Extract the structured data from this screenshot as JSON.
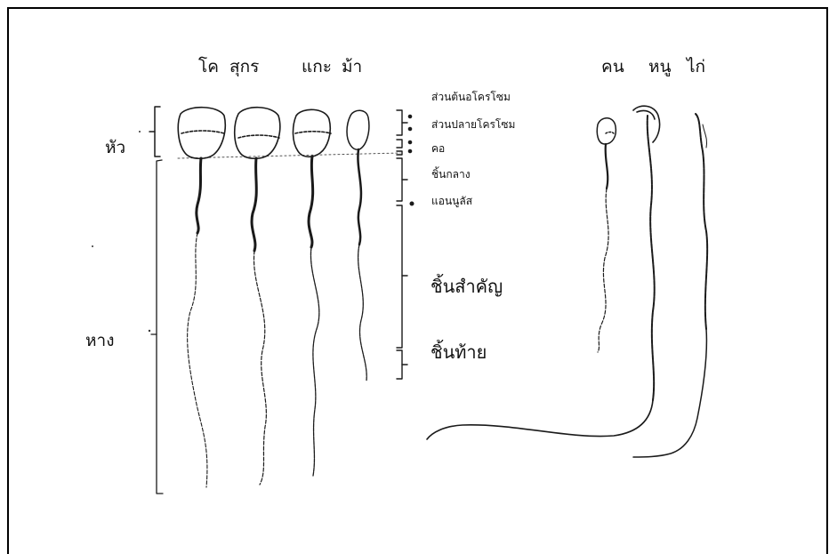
{
  "species": {
    "cow": "โค",
    "pig": "สุกร",
    "sheep": "แกะ",
    "horse": "ม้า",
    "human": "คน",
    "mouse": "หนู",
    "chicken": "ไก่"
  },
  "sections": {
    "head": "หัว",
    "tail": "หาง"
  },
  "parts": {
    "acrosome_base": "ส่วนต้นอโครโซม",
    "acrosome_tip": "ส่วนปลายโครโซม",
    "neck": "คอ",
    "midpiece": "ชิ้นกลาง",
    "annulus": "แอนนูลัส",
    "principal_piece": "ชิ้นสำคัญ",
    "end_piece": "ชิ้นท้าย"
  }
}
